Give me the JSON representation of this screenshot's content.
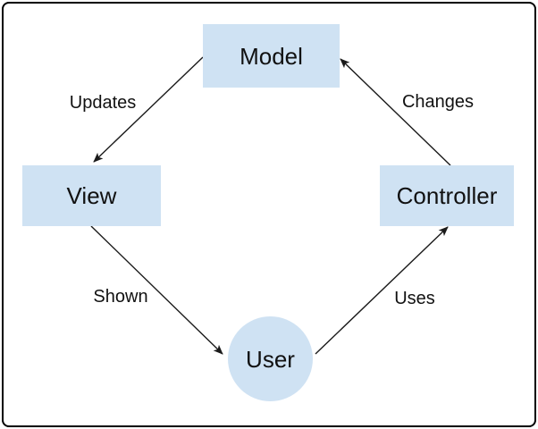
{
  "diagram": {
    "type": "flow-cycle",
    "subject": "Model-View-Controller cycle",
    "nodes": [
      {
        "id": "model",
        "label": "Model",
        "shape": "rectangle"
      },
      {
        "id": "view",
        "label": "View",
        "shape": "rectangle"
      },
      {
        "id": "controller",
        "label": "Controller",
        "shape": "rectangle"
      },
      {
        "id": "user",
        "label": "User",
        "shape": "circle"
      }
    ],
    "edges": [
      {
        "from": "model",
        "to": "view",
        "label": "Updates"
      },
      {
        "from": "view",
        "to": "user",
        "label": "Shown"
      },
      {
        "from": "user",
        "to": "controller",
        "label": "Uses"
      },
      {
        "from": "controller",
        "to": "model",
        "label": "Changes"
      }
    ],
    "colors": {
      "node_fill": "#cfe2f3",
      "arrow": "#1a1a1a",
      "text": "#111111",
      "background": "#ffffff",
      "frame_border": "#000000"
    }
  }
}
